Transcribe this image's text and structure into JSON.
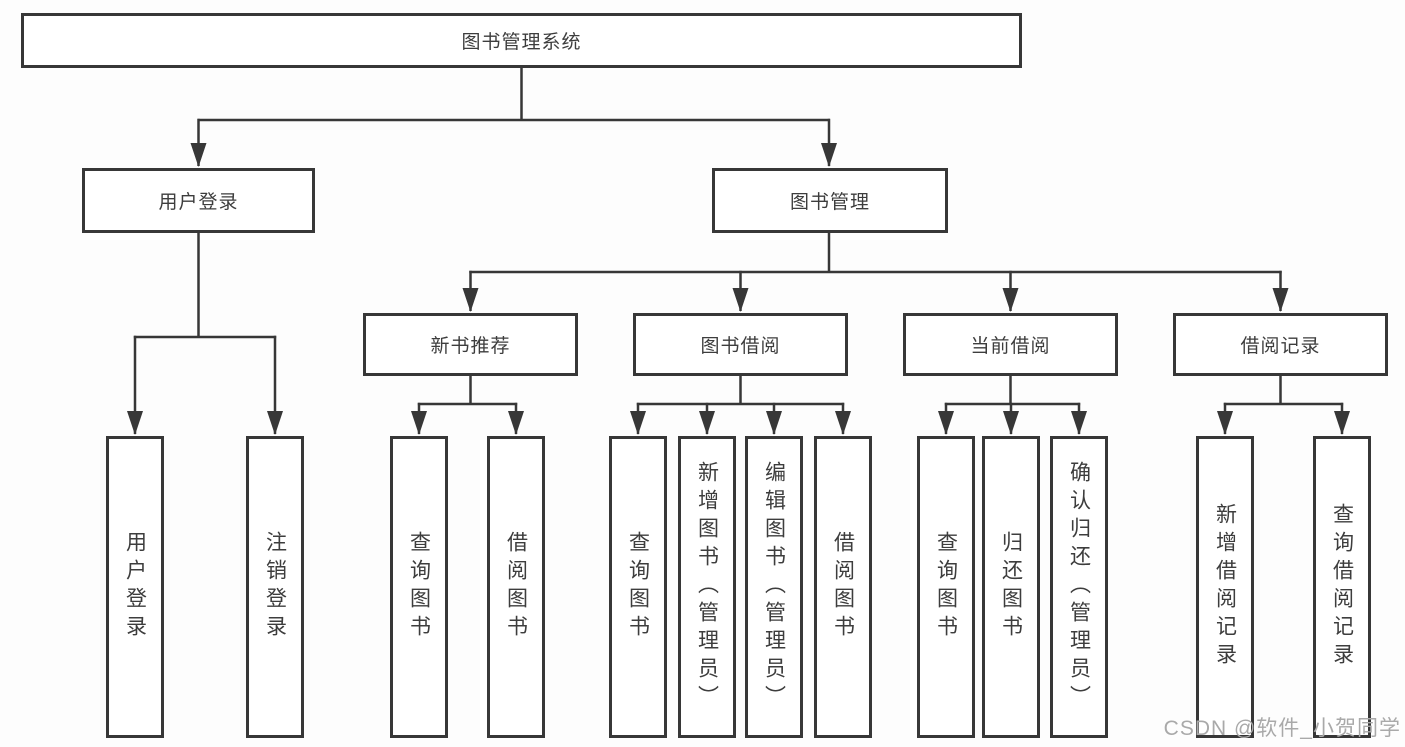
{
  "colors": {
    "line": "#373737",
    "box_border": "#373737",
    "text": "#3d3d3d",
    "watermark": "#a9a9a9",
    "background": "#fdfdfd"
  },
  "tree": {
    "root": "图书管理系统",
    "branches": [
      {
        "label": "用户登录",
        "children": [
          "用户登录",
          "注销登录"
        ]
      },
      {
        "label": "图书管理",
        "groups": [
          {
            "label": "新书推荐",
            "children": [
              "查询图书",
              "借阅图书"
            ]
          },
          {
            "label": "图书借阅",
            "children": [
              "查询图书",
              "新增图书（管理员）",
              "编辑图书（管理员）",
              "借阅图书"
            ]
          },
          {
            "label": "当前借阅",
            "children": [
              "查询图书",
              "归还图书",
              "确认归还（管理员）"
            ]
          },
          {
            "label": "借阅记录",
            "children": [
              "新增借阅记录",
              "查询借阅记录"
            ]
          }
        ]
      }
    ]
  },
  "watermark": "CSDN @软件_小贺同学"
}
